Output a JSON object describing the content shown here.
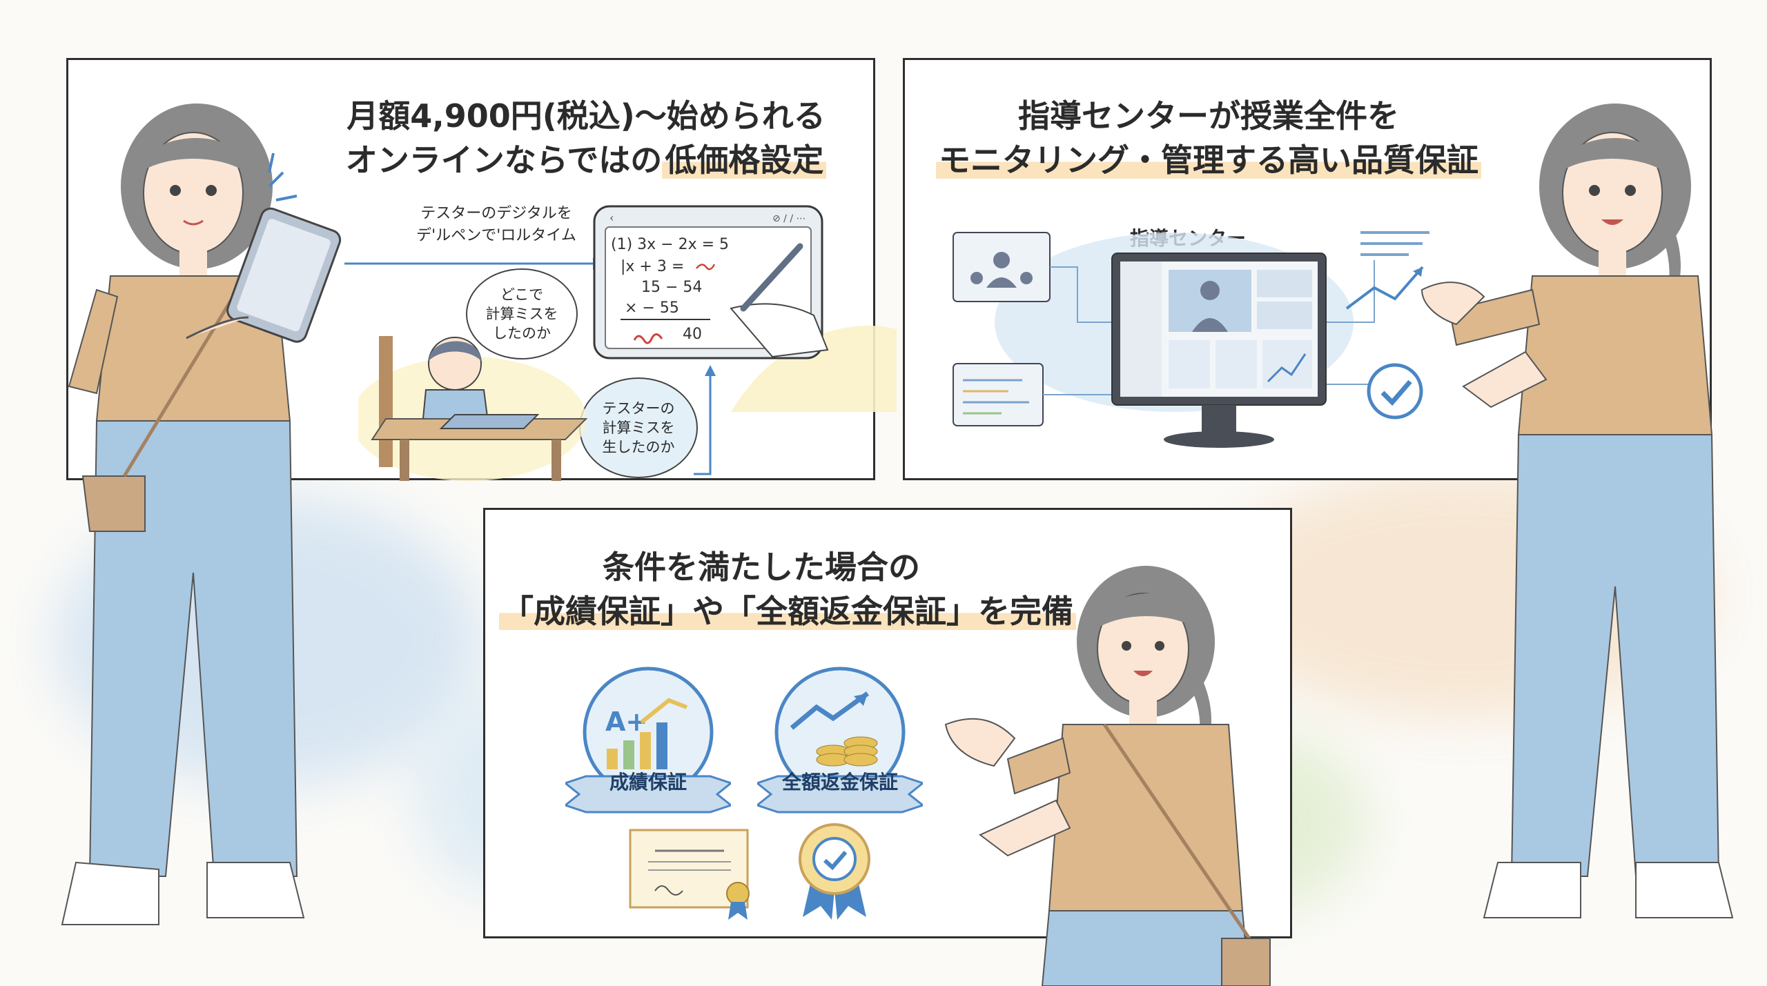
{
  "panels": {
    "price": {
      "title_line1": "月額4,900円(税込)～始められる",
      "title_line2_plain": "オンラインならではの",
      "title_line2_highlight": "低価格設定",
      "tablet_caption_line1": "テスターのデジタルを",
      "tablet_caption_line2": "デ'ルペンで'ロルタイム",
      "bubble_where": "どこで\n計算ミスを\nしたのか",
      "bubble_tester": "テスターの\n計算ミスを\n生したのか",
      "math_lines": [
        "(1)  3x − 2x = 5",
        "|x + 3 =",
        "15 − 54",
        "×    − 55",
        "40"
      ]
    },
    "center": {
      "title_line1": "指導センターが授業全件を",
      "title_line2": "モニタリング・管理する高い品質保証",
      "center_label": "指導センター"
    },
    "guarantee": {
      "title_line1": "条件を満たした場合の",
      "title_line2": "「成績保証」や「全額返金保証」を完備",
      "badge_grade_label": "成績保証",
      "badge_grade_mark": "A+",
      "badge_refund_label": "全額返金保証"
    }
  },
  "colors": {
    "shirt": "#dcb88c",
    "jeans": "#a9c8e2",
    "hair": "#8a8a8a",
    "accent_blue": "#4a86c5",
    "badge_gold": "#e6c15a",
    "highlight": "#fbe3bd"
  },
  "icons": [
    "tablet-icon",
    "pen-icon",
    "monitor-icon",
    "video-call-icon",
    "code-window-icon",
    "chart-up-icon",
    "checkmark-circle-icon",
    "certificate-icon",
    "ribbon-medal-icon",
    "coins-icon",
    "bar-chart-icon"
  ]
}
